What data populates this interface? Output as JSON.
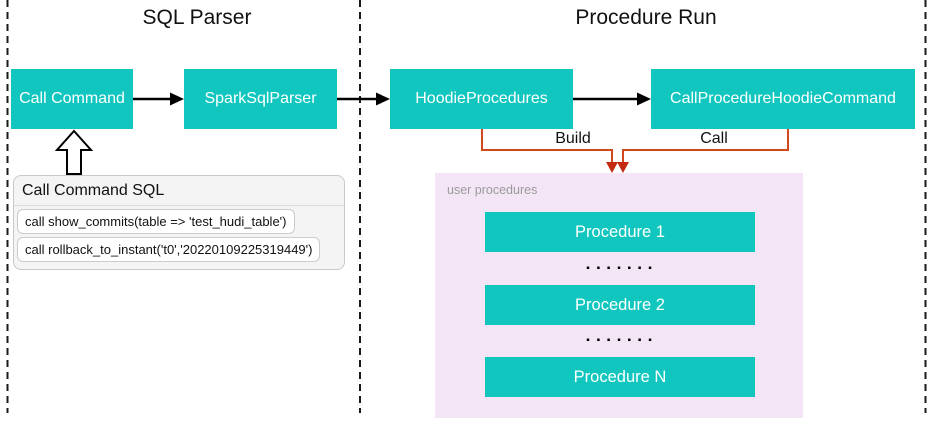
{
  "regions": {
    "sql_parser": {
      "title": "SQL Parser"
    },
    "procedure_run": {
      "title": "Procedure Run"
    }
  },
  "nodes": {
    "call_command": "Call Command",
    "spark_sql_parser": "SparkSqlParser",
    "hoodie_procedures": "HoodieProcedures",
    "call_procedure_hoodie_command": "CallProcedureHoodieCommand"
  },
  "edges": {
    "build_label": "Build",
    "call_label": "Call"
  },
  "sql_panel": {
    "title": "Call Command SQL",
    "statements": [
      "call show_commits(table => 'test_hudi_table')",
      "call rollback_to_instant('t0','20220109225319449')"
    ]
  },
  "user_procedures": {
    "label": "user procedures",
    "items": [
      "Procedure 1",
      "Procedure 2",
      "Procedure N"
    ],
    "ellipsis": "▪ ▪ ▪ ▪ ▪ ▪ ▪"
  },
  "colors": {
    "node_fill": "#10c6bf",
    "node_text": "#ffffff",
    "user_panel_fill": "#f3e5f5",
    "connector_orange": "#d0481b",
    "arrowhead_red": "#c42a12",
    "dashed_border": "#1a1a1a",
    "sql_panel_fill": "#f4f4f4"
  }
}
